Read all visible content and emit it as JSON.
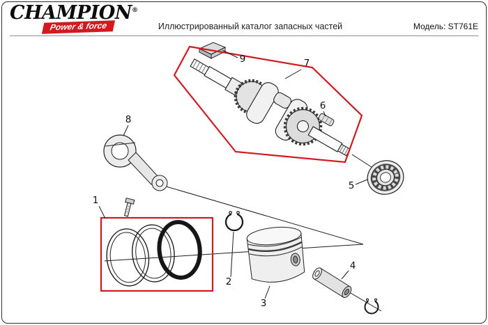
{
  "header": {
    "logo": {
      "brand": "CHAMPION",
      "registered": "®",
      "tagline": "Power & force"
    },
    "title": "Иллюстрированный каталог запасных частей",
    "model_label": "Модель: ST761E"
  },
  "colors": {
    "highlight_red": "#d11920",
    "logo_red": "#d11920",
    "ink": "#1a1a1a"
  },
  "diagram": {
    "callouts": [
      {
        "label": "1",
        "part": "piston-ring-set",
        "highlighted": true
      },
      {
        "label": "2",
        "part": "piston-pin-circlip",
        "highlighted": false
      },
      {
        "label": "3",
        "part": "piston",
        "highlighted": false
      },
      {
        "label": "4",
        "part": "piston-pin",
        "highlighted": false
      },
      {
        "label": "5",
        "part": "ball-bearing",
        "highlighted": false
      },
      {
        "label": "6",
        "part": "crankshaft-key",
        "highlighted": false
      },
      {
        "label": "7",
        "part": "crankshaft-assembly",
        "highlighted": true
      },
      {
        "label": "8",
        "part": "connecting-rod",
        "highlighted": false
      },
      {
        "label": "9",
        "part": "flywheel-key",
        "highlighted": false
      }
    ]
  }
}
